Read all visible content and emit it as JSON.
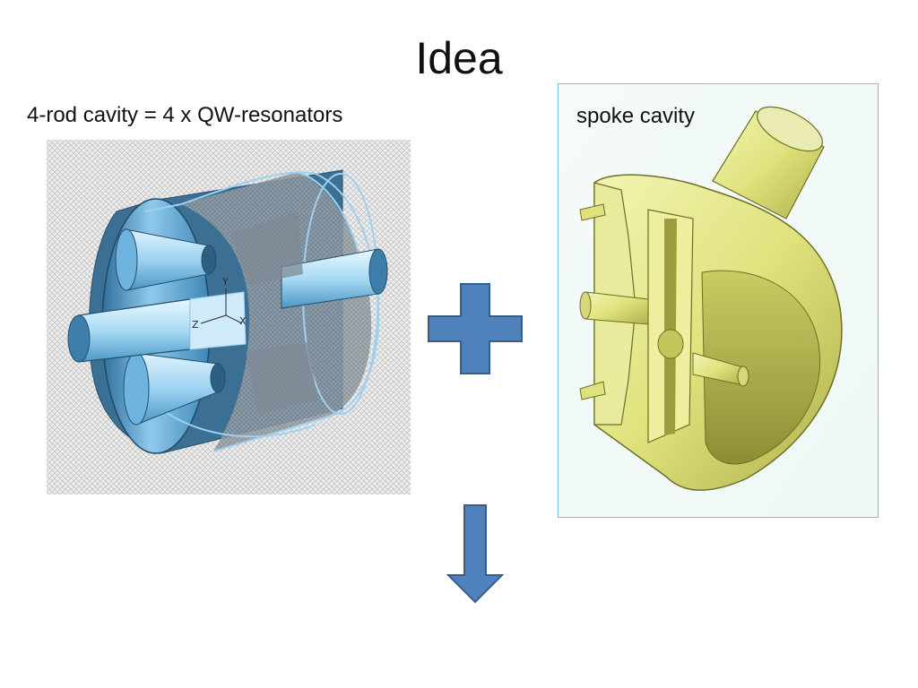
{
  "slide": {
    "title": "Idea",
    "left": {
      "caption": "4-rod cavity = 4 x QW-resonators",
      "axis_labels": {
        "y": "Y",
        "z": "Z",
        "x": "X"
      }
    },
    "right": {
      "caption": "spoke cavity"
    },
    "symbols": {
      "plus": "plus-sign",
      "arrow": "down-arrow"
    }
  },
  "colors": {
    "accent_blue": "#4f81bd",
    "accent_blue_border": "#385d8a",
    "panel_border": "#6fc3e6",
    "cavity_blue": "#5a9fcf",
    "cavity_light": "#bfe3f7",
    "spoke_yellow": "#e6e98a",
    "mesh_gray": "#cfcfcf"
  }
}
